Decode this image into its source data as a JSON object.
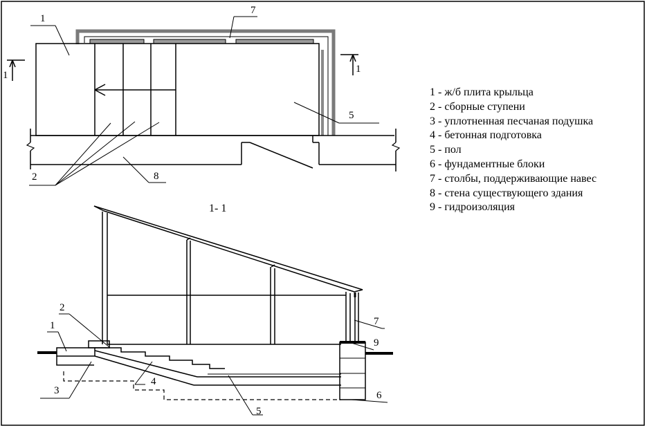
{
  "section_title": "1- 1",
  "section_marks": {
    "left": "1",
    "right": "1"
  },
  "plan_callouts": {
    "c1": "1",
    "c7": "7",
    "c5": "5",
    "c2": "2",
    "c8": "8"
  },
  "section_callouts": {
    "c2": "2",
    "c1": "1",
    "c3": "3",
    "c4": "4",
    "c7": "7",
    "c9": "9",
    "c6": "6",
    "c5": "5"
  },
  "legend": [
    {
      "text": "1 - ж/б плита крыльца"
    },
    {
      "text": "2 - сборные ступени"
    },
    {
      "text": "3 - уплотненная песчаная подушка"
    },
    {
      "text": "4 - бетонная подготовка"
    },
    {
      "text": "5 - пол"
    },
    {
      "text": "6 - фундаментные блоки"
    },
    {
      "text": "7 - столбы, поддерживающие навес"
    },
    {
      "text": "8 - стена существующего здания"
    },
    {
      "text": "9 - гидроизоляция"
    }
  ]
}
